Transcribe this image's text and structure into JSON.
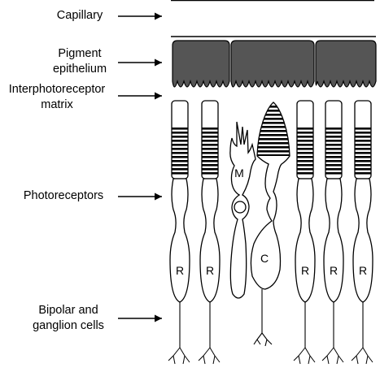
{
  "labels": {
    "capillary": "Capillary",
    "pigment_line1": "Pigment",
    "pigment_line2": "epithelium",
    "ipm_line1": "Interphotoreceptor",
    "ipm_line2": "matrix",
    "photoreceptors": "Photoreceptors",
    "bipolar_line1": "Bipolar and",
    "bipolar_line2": "ganglion cells"
  },
  "cell_letters": {
    "rod": "R",
    "cone": "C",
    "muller": "M"
  },
  "colors": {
    "pigment_fill": "#555555",
    "line": "#000000"
  }
}
